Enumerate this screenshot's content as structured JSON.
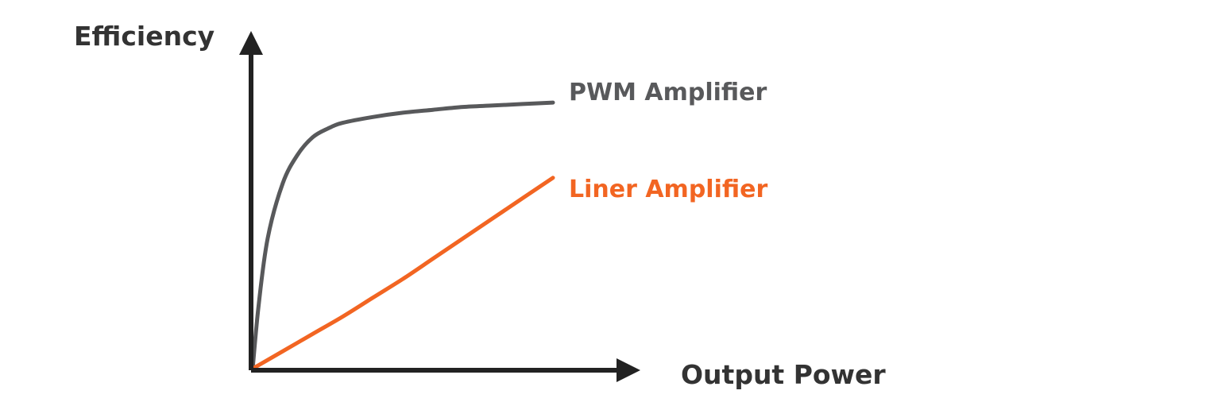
{
  "chart_data": {
    "type": "line",
    "xlabel": "Output Power",
    "ylabel": "Efficiency",
    "grid": false,
    "axis_ticks": false,
    "xlim": [
      0,
      1
    ],
    "ylim": [
      0,
      1
    ],
    "series": [
      {
        "name": "PWM Amplifier",
        "color": "#58595b",
        "x": [
          0,
          0.02,
          0.05,
          0.1,
          0.15,
          0.2,
          0.25,
          0.3,
          0.4,
          0.5,
          0.6,
          0.7,
          0.8,
          0.9,
          1.0
        ],
        "y": [
          0,
          0.22,
          0.45,
          0.64,
          0.74,
          0.8,
          0.83,
          0.85,
          0.87,
          0.885,
          0.895,
          0.905,
          0.91,
          0.915,
          0.92
        ]
      },
      {
        "name": "Liner Amplifier",
        "color": "#f26522",
        "x": [
          0,
          0.1,
          0.2,
          0.3,
          0.4,
          0.5,
          0.6,
          0.7,
          0.8,
          0.9,
          1.0
        ],
        "y": [
          0,
          0.06,
          0.12,
          0.18,
          0.245,
          0.31,
          0.38,
          0.45,
          0.52,
          0.59,
          0.66
        ]
      }
    ]
  }
}
